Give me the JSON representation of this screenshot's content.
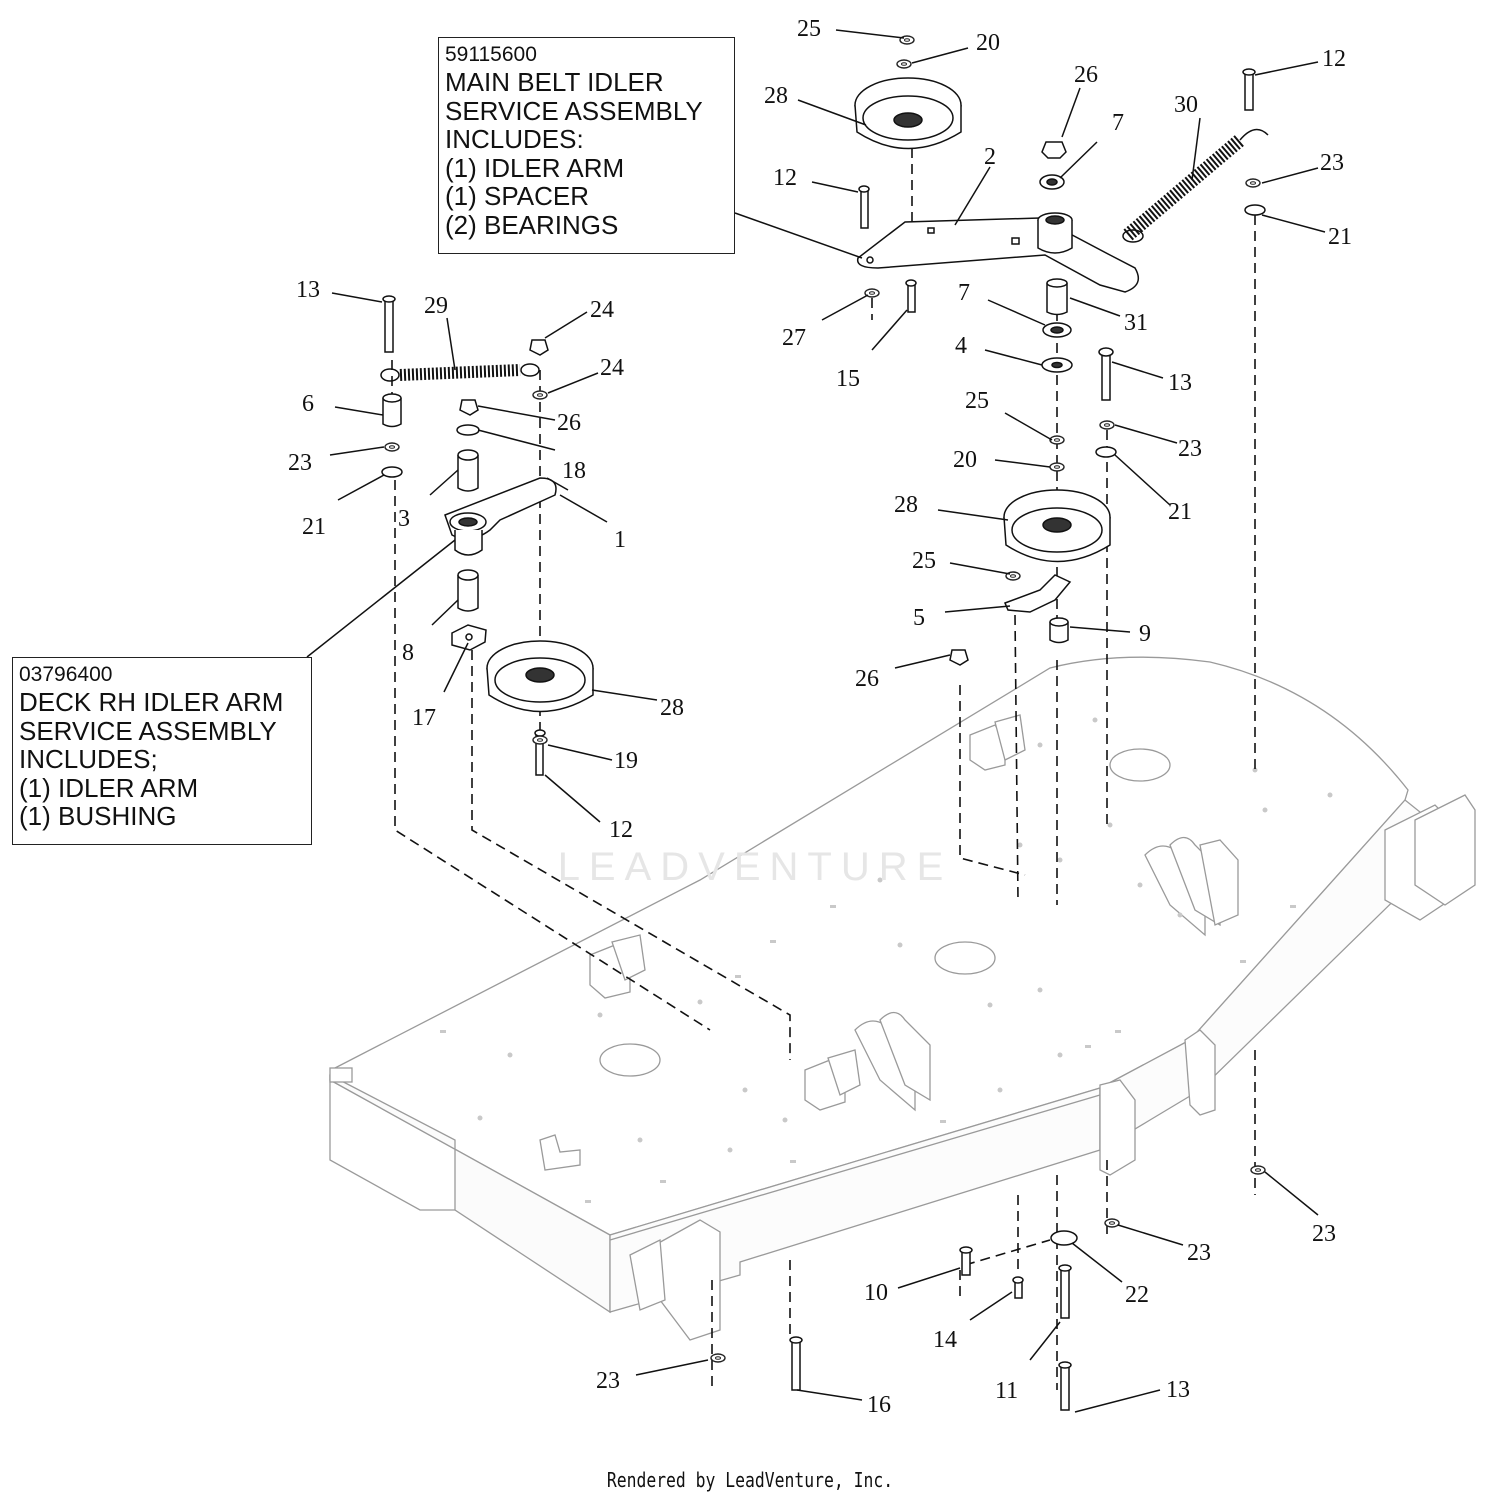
{
  "watermark": "LEADVENTURE",
  "footer": "Rendered by LeadVenture, Inc.",
  "callouts": {
    "main_belt": {
      "part_number": "59115600",
      "lines": [
        "MAIN BELT IDLER",
        "SERVICE ASSEMBLY",
        "INCLUDES:",
        "(1) IDLER ARM",
        "(1) SPACER",
        "(2) BEARINGS"
      ]
    },
    "deck_rh": {
      "part_number": "03796400",
      "lines": [
        "DECK RH IDLER ARM",
        "SERVICE ASSEMBLY",
        "INCLUDES;",
        "(1) IDLER ARM",
        "(1)  BUSHING"
      ]
    }
  },
  "labels": [
    "25",
    "20",
    "28",
    "26",
    "7",
    "30",
    "12",
    "12",
    "23",
    "21",
    "2",
    "27",
    "15",
    "7",
    "31",
    "4",
    "13",
    "13",
    "29",
    "24",
    "24",
    "6",
    "26",
    "23",
    "18",
    "21",
    "3",
    "1",
    "25",
    "23",
    "20",
    "21",
    "28",
    "25",
    "5",
    "9",
    "8",
    "17",
    "28",
    "26",
    "19",
    "12",
    "23",
    "23",
    "22",
    "10",
    "14",
    "11",
    "13",
    "16",
    "23"
  ]
}
